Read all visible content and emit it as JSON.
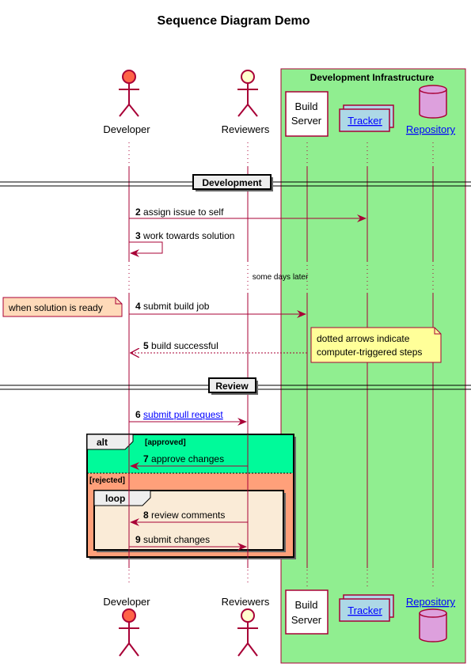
{
  "title": "Sequence Diagram Demo",
  "box": {
    "label": "Development Infrastructure"
  },
  "participants": {
    "developer": "Developer",
    "reviewers": "Reviewers",
    "build_server": [
      "Build",
      "Server"
    ],
    "tracker": "Tracker",
    "repository": "Repository"
  },
  "dividers": {
    "development": "Development",
    "review": "Review"
  },
  "delay": "some days later",
  "messages": [
    {
      "num": "2",
      "text": "assign issue to self"
    },
    {
      "num": "3",
      "text": "work towards solution"
    },
    {
      "num": "4",
      "text": "submit build job"
    },
    {
      "num": "5",
      "text": "build successful"
    },
    {
      "num": "6",
      "text": "submit pull request"
    },
    {
      "num": "7",
      "text": "approve changes"
    },
    {
      "num": "8",
      "text": "review comments"
    },
    {
      "num": "9",
      "text": "submit changes"
    }
  ],
  "notes": {
    "left": "when solution is ready",
    "right": [
      "dotted arrows indicate",
      "computer-triggered steps"
    ]
  },
  "fragments": {
    "alt": "alt",
    "approved": "[approved]",
    "rejected": "[rejected]",
    "loop": "loop"
  },
  "colors": {
    "box_fill": "#90EE90",
    "box_border": "#A80036",
    "alt_approved": "#00FA9A",
    "alt_rejected": "#FFA07A",
    "loop_fill": "#FAEBD7",
    "developer_actor": "#FF6347",
    "reviewers_actor": "#FEFECE",
    "tracker_fill": "#ADD8E6",
    "repository_fill": "#DDA0DD",
    "note_left": "#FFDAB9",
    "note_right": "#FFFF99",
    "arrow": "#A80036"
  }
}
